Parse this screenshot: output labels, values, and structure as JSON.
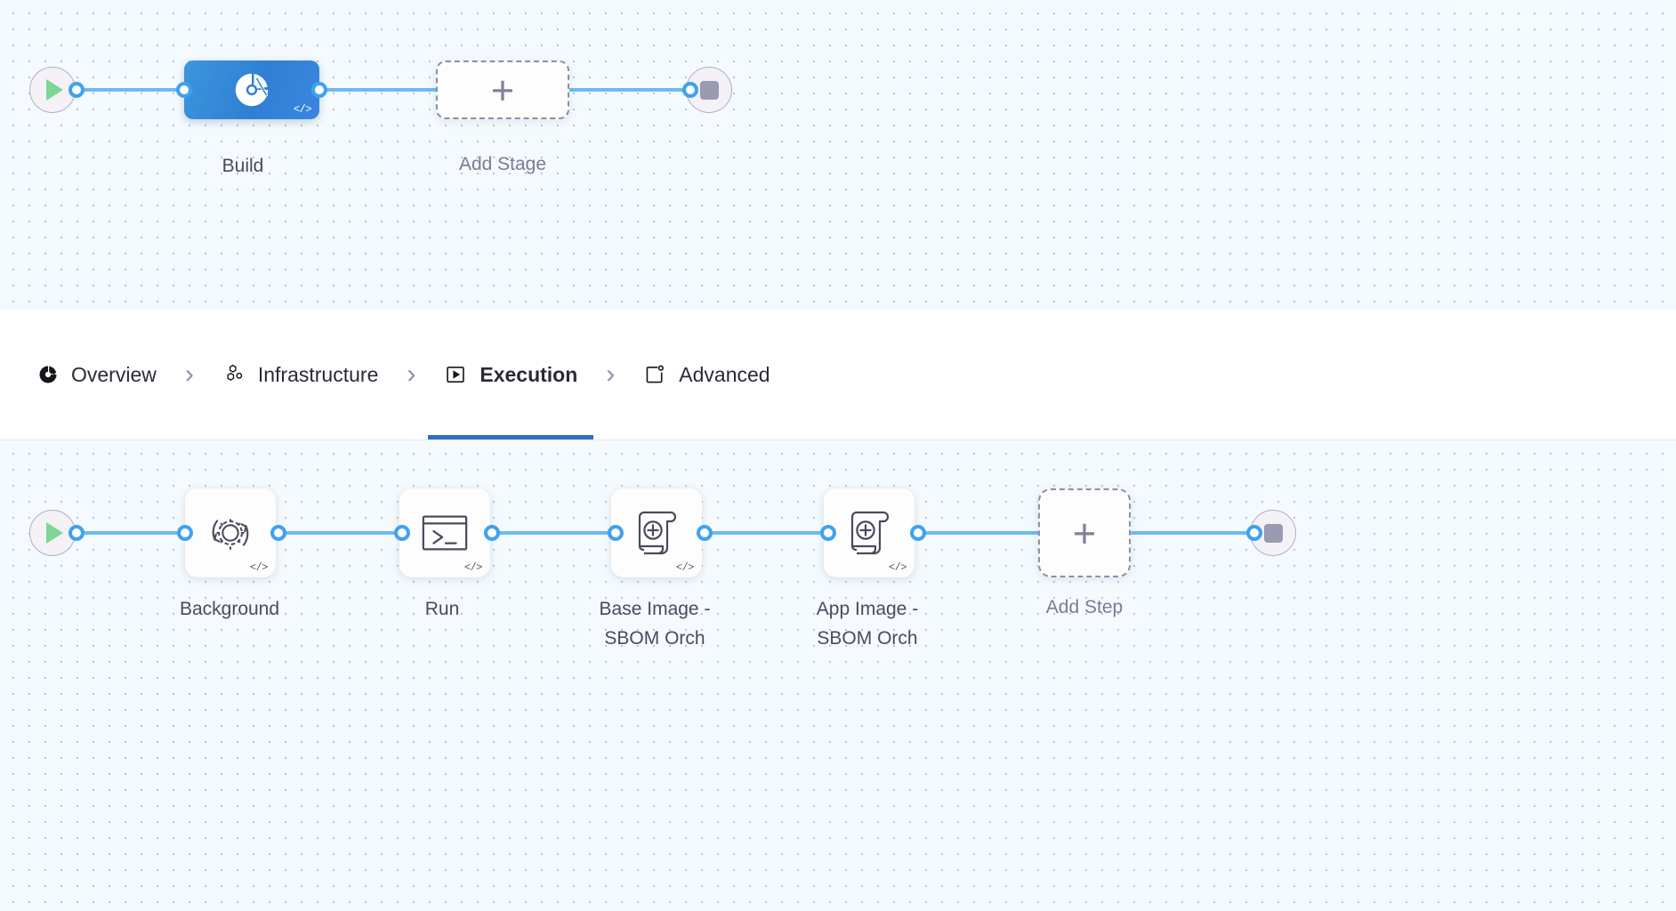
{
  "pipeline": {
    "stages_row": {
      "start_node": {
        "name": "start-node",
        "icon": "play-icon"
      },
      "end_node": {
        "name": "end-node",
        "icon": "stop-icon"
      },
      "stages": [
        {
          "label": "Build",
          "icon": "harness-pie-icon",
          "badge": "</>",
          "selected": true
        },
        {
          "label": "Add Stage",
          "icon": "plus-icon",
          "placeholder": true
        }
      ]
    },
    "steps_row": {
      "start_node": {
        "name": "start-node",
        "icon": "play-icon"
      },
      "end_node": {
        "name": "end-node",
        "icon": "stop-icon"
      },
      "steps": [
        {
          "label": "Background",
          "icon": "gear-refresh-icon",
          "badge": "</>"
        },
        {
          "label": "Run",
          "icon": "terminal-icon",
          "badge": "</>"
        },
        {
          "label": "Base Image -\nSBOM Orch",
          "icon": "scroll-plus-icon",
          "badge": "</>"
        },
        {
          "label": "App Image -\nSBOM Orch",
          "icon": "scroll-plus-icon",
          "badge": "</>"
        },
        {
          "label": "Add Step",
          "icon": "plus-icon",
          "placeholder": true
        }
      ]
    }
  },
  "tabs": {
    "separator": "›",
    "items": [
      {
        "label": "Overview",
        "icon": "harness-pie-icon",
        "active": false
      },
      {
        "label": "Infrastructure",
        "icon": "hexagon-cluster-icon",
        "active": false
      },
      {
        "label": "Execution",
        "icon": "play-box-icon",
        "active": true
      },
      {
        "label": "Advanced",
        "icon": "card-gear-icon",
        "active": false
      }
    ]
  },
  "colors": {
    "accent_blue": "#3fa2ef",
    "stage_blue": "#2f7fd4",
    "tab_underline": "#2e72c8",
    "canvas_bg": "#f4fafd",
    "play_green": "#7ed694",
    "stop_gray": "#9a9ab0",
    "dashed_border": "#8e8ea8",
    "label_text": "#4a4a5e"
  }
}
